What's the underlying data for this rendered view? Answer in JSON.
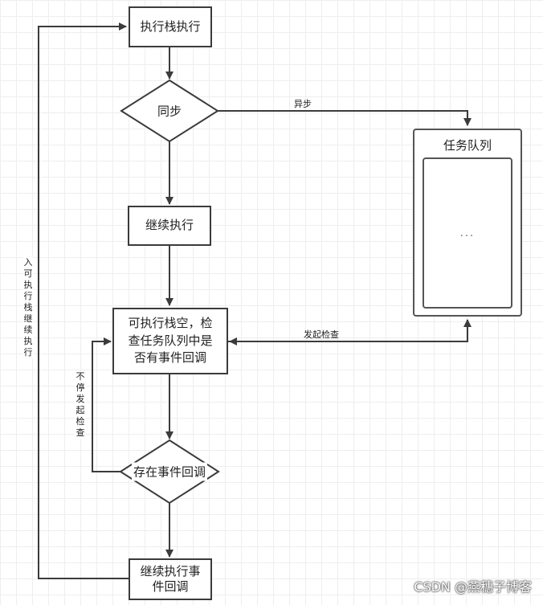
{
  "nodes": {
    "exec_stack": "执行栈执行",
    "sync_decision": "同步",
    "continue_exec": "继续执行",
    "check_box_line1": "可执行栈空，检",
    "check_box_line2": "查任务队列中是",
    "check_box_line3": "否有事件回调",
    "exists_decision": "存在事件回调",
    "continue_event_line1": "继续执行事",
    "continue_event_line2": "件回调",
    "task_queue_title": "任务队列",
    "task_queue_placeholder": "..."
  },
  "edges": {
    "async": "异步",
    "initiate_check": "发起检查",
    "keep_checking": "不停发起检查",
    "re_enter_stack": "入可执行栈继续执行"
  },
  "colors": {
    "stroke": "#3b3b3b",
    "grid": "#eeeeee"
  },
  "watermark": "CSDN @燕穗子博客"
}
